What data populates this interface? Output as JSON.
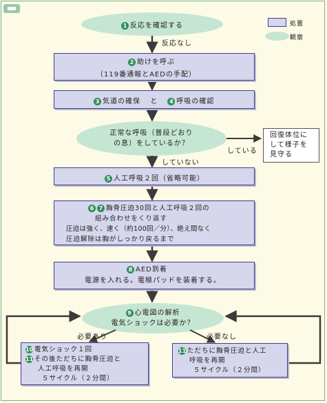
{
  "legend": {
    "shochi": "処置",
    "kansatsu": "観察"
  },
  "nodes": {
    "n1": {
      "num": "1",
      "text": "反応を確認する"
    },
    "edge_no_response": "反応なし",
    "n2": {
      "num": "2",
      "line1": "助けを呼ぶ",
      "line2": "（119番通報とAEDの手配）"
    },
    "n3": {
      "num3": "3",
      "text3": "気道の確保",
      "and": "と",
      "num4": "4",
      "text4": "呼吸の確認"
    },
    "q_breath": {
      "line1": "正常な呼吸（普段どおり",
      "line2": "の息）をしているか？"
    },
    "edge_yes": "している",
    "edge_no": "していない",
    "side": {
      "line1": "回復体位に",
      "line2": "して様子を",
      "line3": "見守る"
    },
    "n5": {
      "num": "5",
      "text": "人工呼吸２回（省略可能）"
    },
    "n67": {
      "num6": "6",
      "num7": "7",
      "line1": "胸骨圧迫30回と人工呼吸２回の",
      "line2": "組み合わせをくり返す",
      "line3": "圧迫は強く、速く（約100回／分）、絶え間なく",
      "line4": "圧迫解除は胸がしっかり戻るまで"
    },
    "n8": {
      "num": "8",
      "line1": "AED到着",
      "line2": "電源を入れる。電極パッドを装着する。"
    },
    "q_ecg": {
      "num": "9",
      "line1": "心電図の解析",
      "line2": "電気ショックは必要か？"
    },
    "edge_needed": "必要あり",
    "edge_not_needed": "必要なし",
    "n10": {
      "num10": "10",
      "line1": "電気ショック１回",
      "num11": "11",
      "line2": "その後ただちに胸骨圧迫と",
      "line3": "人工呼吸を再開",
      "line4": "５サイクル（２分間）"
    },
    "n11b": {
      "num": "11",
      "line1": "ただちに胸骨圧迫と人工",
      "line2": "呼吸を再開",
      "line3": "５サイクル（２分間）"
    }
  },
  "colors": {
    "action_fill": "#d6d6ec",
    "action_border": "#3b3f8f",
    "observe_fill": "#c5e6d2",
    "number_badge": "#2f8f58",
    "arrow": "#3a3a3a",
    "background": "#fdfbe6"
  }
}
